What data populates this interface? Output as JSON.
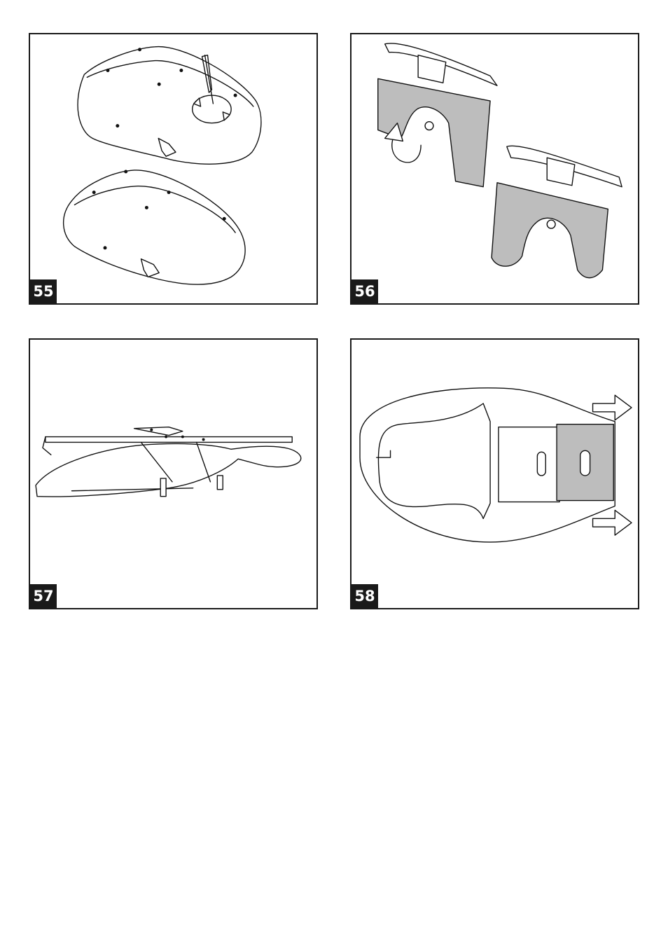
{
  "panels": [
    {
      "step": "55",
      "icons": [
        "seat-pad-icon",
        "screwdriver-icon",
        "rotate-arrows-icon"
      ]
    },
    {
      "step": "56",
      "icons": [
        "seat-frame-icon",
        "rotate-arrow-icon"
      ]
    },
    {
      "step": "57",
      "icons": [
        "stroller-frame-icon"
      ]
    },
    {
      "step": "58",
      "icons": [
        "seat-liner-icon",
        "pull-arrow-icon"
      ]
    }
  ],
  "colors": {
    "border": "#1a1a1a",
    "label_bg": "#1a1a1a",
    "label_text": "#ffffff",
    "highlight": "#bdbdbd"
  }
}
